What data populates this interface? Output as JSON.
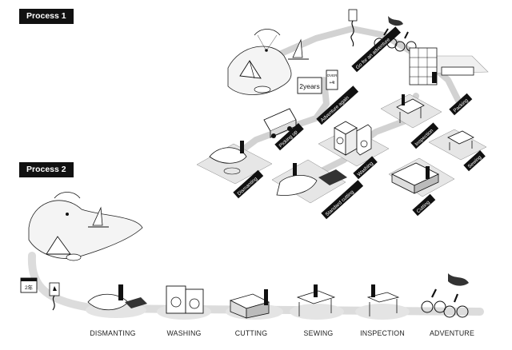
{
  "process1": {
    "title": "Process 1",
    "labels": {
      "adventure": "Go for an adventure",
      "adventure_again": "Adventure again",
      "picking_up": "Picking up",
      "dismanting": "Dismanting",
      "standard_cutting": "Standard cutting",
      "washing": "Washing",
      "inspection": "Inspection",
      "packing": "Packing",
      "sewing": "Sewing",
      "cutting": "Cutting"
    },
    "sign_years": "2years",
    "sign_over": "OVER",
    "sign_over_value": "+4t"
  },
  "process2": {
    "title": "Process 2",
    "calendar_label": "2年",
    "steps": [
      "DISMANTING",
      "WASHING",
      "CUTTING",
      "SEWING",
      "INSPECTION",
      "ADVENTURE"
    ]
  }
}
